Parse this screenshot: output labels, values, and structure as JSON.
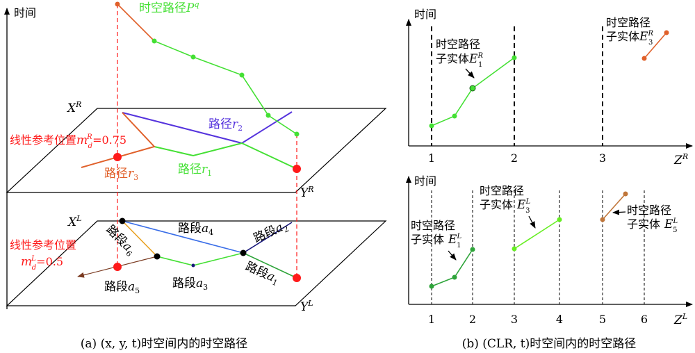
{
  "colors": {
    "black": "#000000",
    "red": "#ff1a1a",
    "green": "#44e034",
    "dark_green": "#2ea43a",
    "bright_green": "#66ee22",
    "orange": "#e0602a",
    "brown": "#c0763a",
    "blue": "#3a6ee8",
    "purple": "#5533dd",
    "navy": "#16167a",
    "gold": "#e8a020"
  },
  "panel_a": {
    "time_axis_label": "时间",
    "path_label": "时空路径",
    "path_label_sym": "P",
    "path_label_sup": "q",
    "upper_plane": {
      "x_label": "X",
      "x_sup": "R",
      "y_label": "Y",
      "y_sup": "R",
      "ref_pos_label": "线性参考位置",
      "ref_pos_sym": "m",
      "ref_pos_sub": "d",
      "ref_pos_sup": "R",
      "ref_pos_value": "=0.75",
      "route_r1": "路径",
      "route_r1_sym": "r",
      "route_r1_sub": "1",
      "route_r2": "路径",
      "route_r2_sym": "r",
      "route_r2_sub": "2",
      "route_r3": "路径",
      "route_r3_sym": "r",
      "route_r3_sub": "3"
    },
    "lower_plane": {
      "x_label": "X",
      "x_sup": "L",
      "y_label": "Y",
      "y_sup": "L",
      "ref_pos_label": "线性参考位置",
      "ref_pos_sym": "m",
      "ref_pos_sub": "d",
      "ref_pos_sup": "L",
      "ref_pos_value": "=0.5",
      "seg_a1": "路段",
      "seg_a1_sym": "a",
      "seg_a1_sub": "1",
      "seg_a2": "路段",
      "seg_a2_sym": "a",
      "seg_a2_sub": "2",
      "seg_a3": "路段",
      "seg_a3_sym": "a",
      "seg_a3_sub": "3",
      "seg_a4": "路段",
      "seg_a4_sym": "a",
      "seg_a4_sub": "4",
      "seg_a5": "路段",
      "seg_a5_sym": "a",
      "seg_a5_sub": "5",
      "seg_a6": "路段",
      "seg_a6_sym": "a",
      "seg_a6_sub": "6"
    },
    "caption": "(a) (x, y, t)时空间内的时空路径"
  },
  "panel_b": {
    "top": {
      "time_label": "时间",
      "z_label": "Z",
      "z_sup": "R",
      "ticks": [
        "1",
        "2",
        "3"
      ],
      "entity1_line1": "时空路径",
      "entity1_line2": "子实体",
      "entity1_sym": "E",
      "entity1_sup": "R",
      "entity1_sub": "1",
      "entity3_line1": "时空路径",
      "entity3_line2": "子实体",
      "entity3_sym": "E",
      "entity3_sup": "R",
      "entity3_sub": "3"
    },
    "bottom": {
      "time_label": "时间",
      "z_label": "Z",
      "z_sup": "L",
      "ticks": [
        "1",
        "2",
        "3",
        "4",
        "5",
        "6"
      ],
      "entity1_line1": "时空路径",
      "entity1_line2": "子实体",
      "entity1_sym": "E",
      "entity1_sup": "L",
      "entity1_sub": "1",
      "entity3_line1": "时空路径",
      "entity3_line2": "子实体",
      "entity3_sym": "E",
      "entity3_sup": "L",
      "entity3_sub": "3",
      "entity5_line1": "时空路径",
      "entity5_line2": "子实体",
      "entity5_sym": "E",
      "entity5_sup": "L",
      "entity5_sub": "5"
    },
    "caption": "(b) (CLR, t)时空间内的时空路径"
  }
}
